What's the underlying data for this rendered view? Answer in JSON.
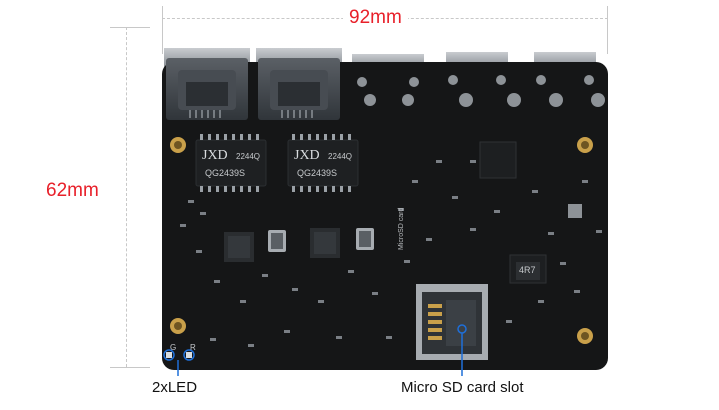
{
  "dimensions": {
    "width_label": "92mm",
    "height_label": "62mm",
    "line_color": "#c8c8c8",
    "text_color": "#e8202a"
  },
  "chips": {
    "transformer_left": {
      "brand": "JXD",
      "code": "2244Q",
      "part": "QG2439S"
    },
    "transformer_right": {
      "brand": "JXD",
      "code": "2244Q",
      "part": "QG2439S"
    },
    "resistor": "4R7",
    "silkscreen": "MicroSD card",
    "led_marks": {
      "g": "G",
      "r": "R"
    }
  },
  "callouts": {
    "led": "2xLED",
    "sd": "Micro SD card slot",
    "line_color": "#1e6fd9"
  },
  "colors": {
    "pcb": "#151617",
    "gold": "#c9a04a",
    "metal": "#a7acb1"
  }
}
